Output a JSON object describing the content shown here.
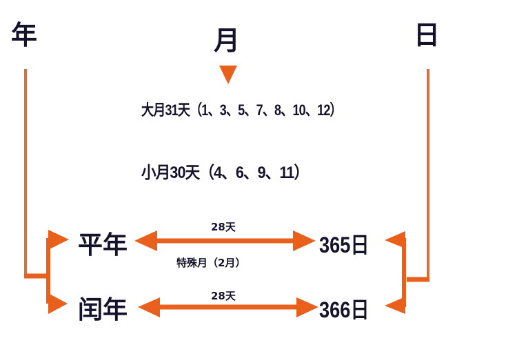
{
  "headers": {
    "year": "年",
    "month": "月",
    "day": "日"
  },
  "months": {
    "big": "大月31天（1、3、5、7、8、10、12）",
    "small": "小月30天（4、6、9、11）"
  },
  "years": {
    "common": "平年",
    "leap": "闰年"
  },
  "days": {
    "common": "365日",
    "leap": "366日"
  },
  "february": {
    "common_days": "28天",
    "leap_days": "28天",
    "label": "特殊月（2月）"
  },
  "colors": {
    "accent": "#e8601c",
    "line": "#d9703a",
    "text": "#15132b"
  }
}
